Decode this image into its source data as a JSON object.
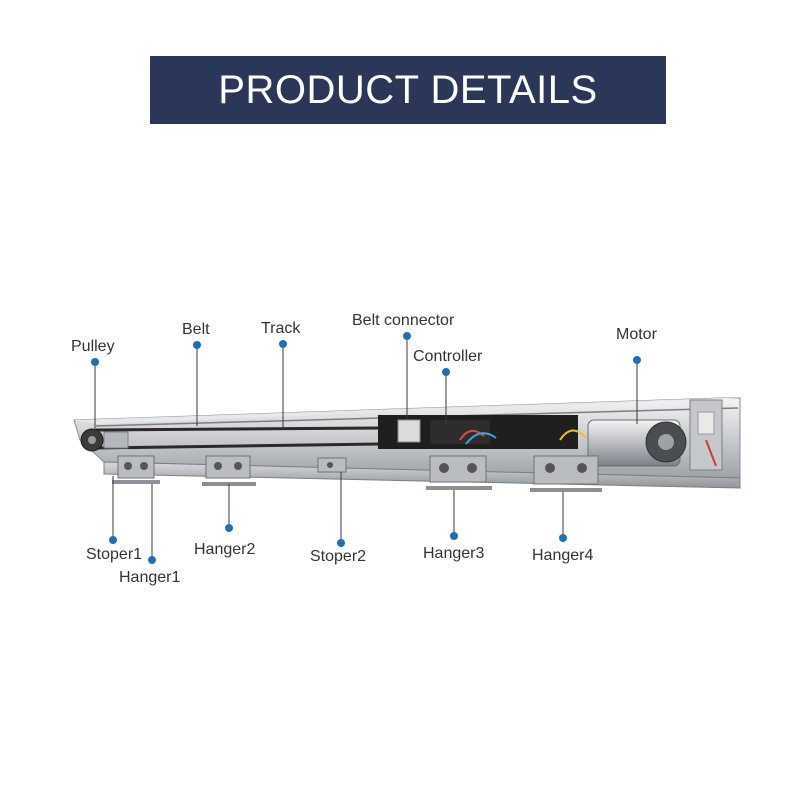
{
  "title": "PRODUCT DETAILS",
  "colors": {
    "banner_bg": "#2a3758",
    "banner_text": "#ffffff",
    "callout": "#1f6fb5",
    "label_text": "#333333"
  },
  "labels": {
    "pulley": "Pulley",
    "belt": "Belt",
    "track": "Track",
    "belt_connector": "Belt connector",
    "controller": "Controller",
    "motor": "Motor",
    "stoper1": "Stoper1",
    "hanger1": "Hanger1",
    "hanger2": "Hanger2",
    "stoper2": "Stoper2",
    "hanger3": "Hanger3",
    "hanger4": "Hanger4"
  }
}
